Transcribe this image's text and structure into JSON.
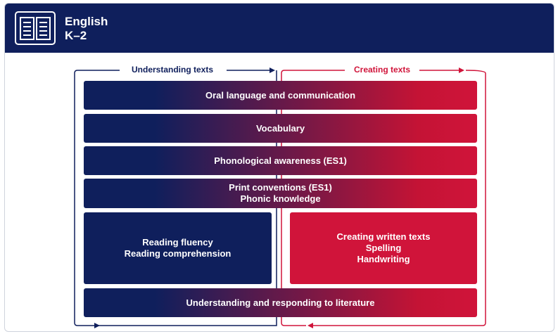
{
  "header": {
    "title_line1": "English",
    "title_line2": "K–2",
    "icon": "open-book-icon"
  },
  "labels": {
    "understanding": "Understanding texts",
    "creating": "Creating texts"
  },
  "bars": {
    "oral_language": "Oral language and communication",
    "vocabulary": "Vocabulary",
    "phonological": "Phonological awareness (ES1)",
    "print_conventions": "Print conventions (ES1)",
    "phonic_knowledge": "Phonic knowledge",
    "literature": "Understanding and responding to literature"
  },
  "left_box": {
    "line1": "Reading fluency",
    "line2": "Reading comprehension"
  },
  "right_box": {
    "line1": "Creating written texts",
    "line2": "Spelling",
    "line3": "Handwriting"
  },
  "colors": {
    "navy": "#0f1f5c",
    "red": "#d0143a"
  }
}
